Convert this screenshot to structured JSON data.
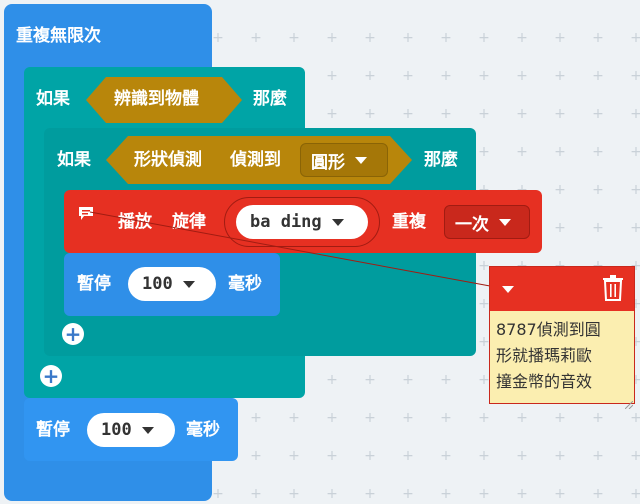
{
  "forever": {
    "label": "重複無限次"
  },
  "if_outer": {
    "if_label": "如果",
    "condition": "辨識到物體",
    "then_label": "那麼"
  },
  "if_inner": {
    "if_label": "如果",
    "condition_prefix": "形狀偵測",
    "condition_mid": "偵測到",
    "shape_value": "圓形",
    "then_label": "那麼"
  },
  "play_block": {
    "play_label": "播放",
    "melody_label": "旋律",
    "melody_value": "ba ding",
    "repeat_label": "重複",
    "repeat_value": "一次"
  },
  "pause_inner": {
    "label": "暫停",
    "value": "100",
    "unit": "毫秒"
  },
  "pause_outer": {
    "label": "暫停",
    "value": "100",
    "unit": "毫秒"
  },
  "comment": {
    "text_line1": "8787偵測到圓",
    "text_line2": "形就播瑪莉歐",
    "text_line3": "撞金幣的音效"
  },
  "icons": {
    "add": "plus-circle-icon",
    "comment": "comment-icon",
    "trash": "trash-icon",
    "collapse": "chevron-down-icon"
  },
  "colors": {
    "loops_blue": "#1e90ff",
    "logic_teal": "#00a4a6",
    "sensor_gold": "#b8860b",
    "music_red": "#e63022",
    "basic_blue": "#1e90ff"
  }
}
